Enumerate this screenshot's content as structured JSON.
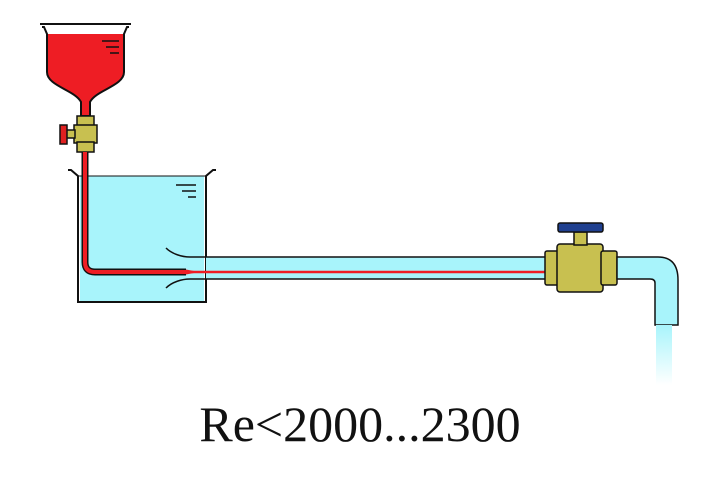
{
  "caption": "Re<2000...2300",
  "colors": {
    "dye": "#ee1d24",
    "water": "#a8f4fb",
    "outline": "#111111",
    "valve_brass": "#c8c050",
    "valve_handle": "#1f3f8f"
  },
  "elements": {
    "funnel": "dye-reservoir-funnel",
    "stopcock": "dye-stopcock-valve",
    "tank": "water-tank",
    "pipe": "glass-flow-tube",
    "valve": "outlet-valve",
    "outlet": "bent-outlet-pipe"
  }
}
